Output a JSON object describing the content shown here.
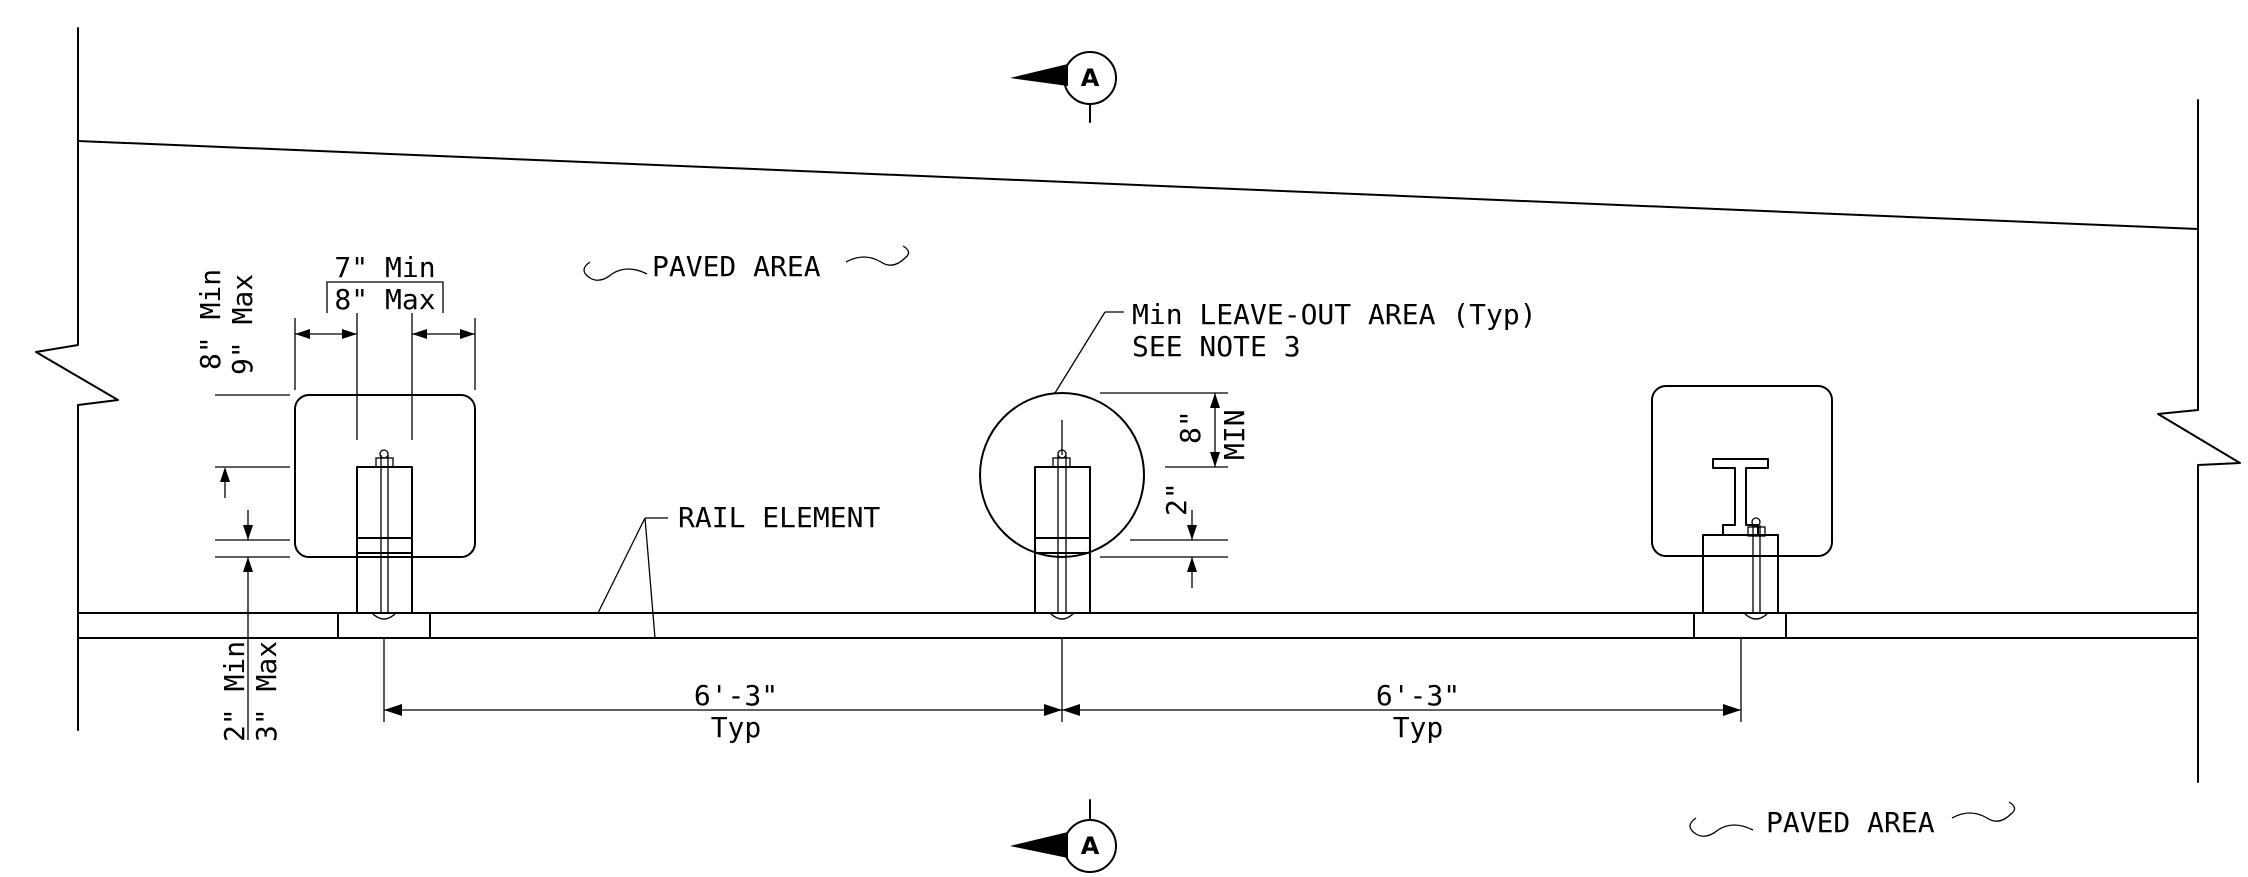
{
  "section_marker": {
    "letter": "A"
  },
  "labels": {
    "paved_area": "PAVED AREA",
    "leave_out_line1": "Min LEAVE-OUT AREA (Typ)",
    "leave_out_line2": "SEE NOTE 3",
    "rail_element": "RAIL ELEMENT"
  },
  "dimensions": {
    "width_min": "7\" Min",
    "width_max": "8\" Max",
    "height_min": "8\" Min",
    "height_max": "9\" Max",
    "depth_min": "2\" Min",
    "depth_max": "3\" Max",
    "circle_min_value": "8\"",
    "circle_min_word": "MIN",
    "circle_two": "2\"",
    "spacing_1": "6'-3\"",
    "spacing_1_sub": "Typ",
    "spacing_2": "6'-3\"",
    "spacing_2_sub": "Typ"
  }
}
